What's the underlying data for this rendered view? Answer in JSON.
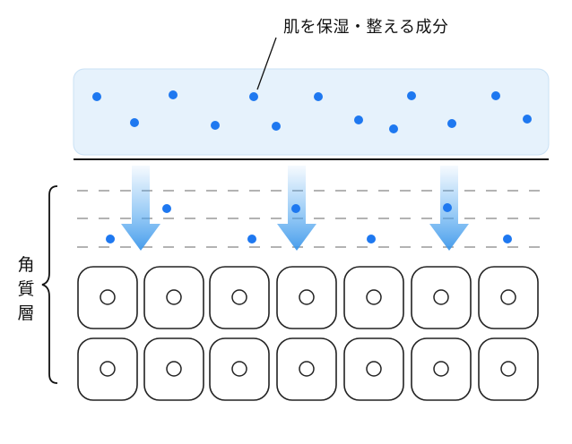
{
  "labels": {
    "ingredient": "肌を保湿・整える成分",
    "layer_chars": [
      "角",
      "質",
      "層"
    ]
  },
  "colors": {
    "dot": "#1e78f0",
    "band_fill": "#e6f2fc",
    "band_stroke": "#c9e1f5",
    "arrow": "#4aa3ef",
    "cell_stroke": "#222222",
    "dash": "#9a9a9a"
  },
  "cells": {
    "rows": 2,
    "cols": 7
  },
  "arrows": {
    "count": 3
  },
  "dash_lines": {
    "count": 3
  }
}
